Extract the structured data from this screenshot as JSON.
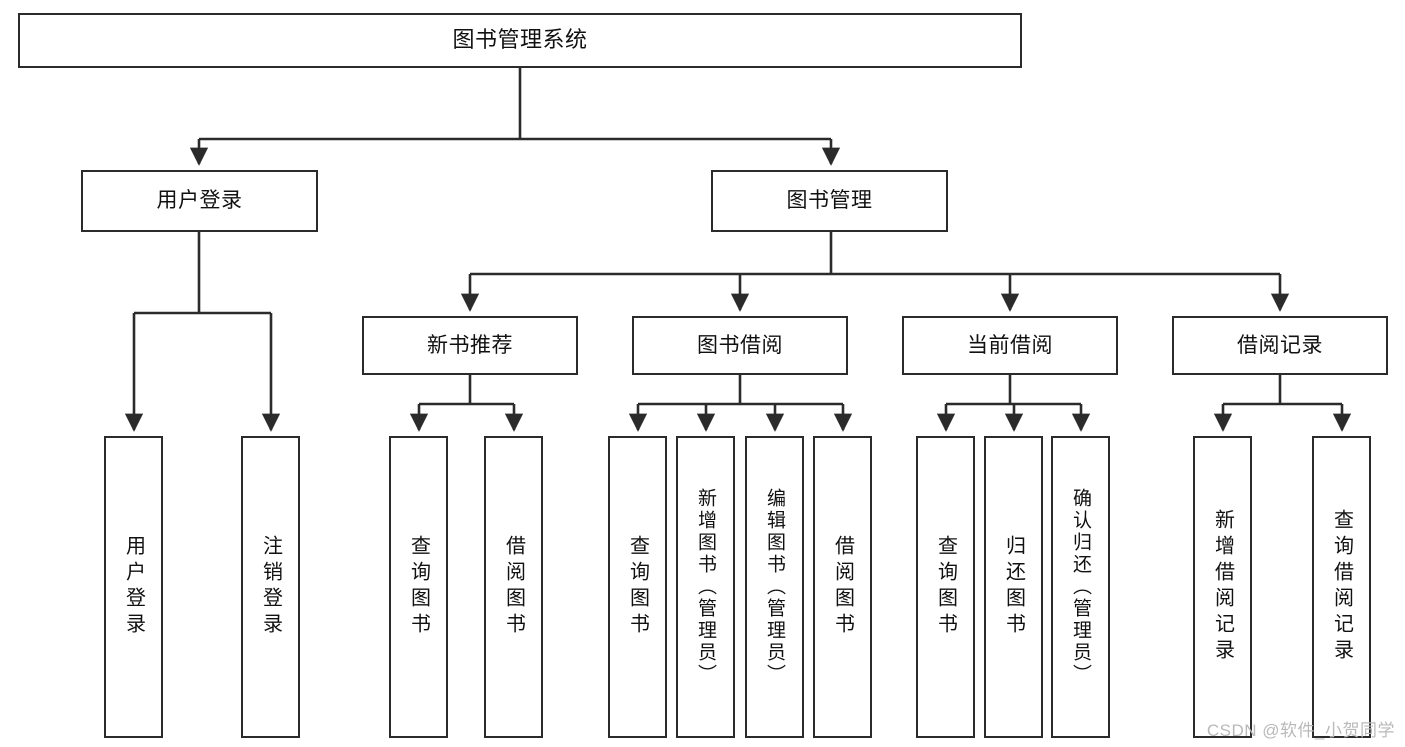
{
  "diagram": {
    "title": "图书管理系统",
    "type": "tree-hierarchy",
    "root": {
      "label": "图书管理系统"
    },
    "level2": [
      {
        "label": "用户登录"
      },
      {
        "label": "图书管理"
      }
    ],
    "level3": [
      {
        "label": "新书推荐"
      },
      {
        "label": "图书借阅"
      },
      {
        "label": "当前借阅"
      },
      {
        "label": "借阅记录"
      }
    ],
    "leaves": {
      "user_login": [
        {
          "label": "用户登录"
        },
        {
          "label": "注销登录"
        }
      ],
      "new_book_recommend": [
        {
          "label": "查询图书"
        },
        {
          "label": "借阅图书"
        }
      ],
      "book_borrow": [
        {
          "label": "查询图书"
        },
        {
          "label": "新增图书（管理员）"
        },
        {
          "label": "编辑图书（管理员）"
        },
        {
          "label": "借阅图书"
        }
      ],
      "current_borrow": [
        {
          "label": "查询图书"
        },
        {
          "label": "归还图书"
        },
        {
          "label": "确认归还（管理员）"
        }
      ],
      "borrow_record": [
        {
          "label": "新增借阅记录"
        },
        {
          "label": "查询借阅记录"
        }
      ]
    }
  },
  "watermark": {
    "text": "CSDN @软件_小贺同学"
  },
  "colors": {
    "stroke": "#2b2b2b",
    "fill": "#ffffff",
    "text": "#111111",
    "watermark": "#b9b9b9"
  }
}
